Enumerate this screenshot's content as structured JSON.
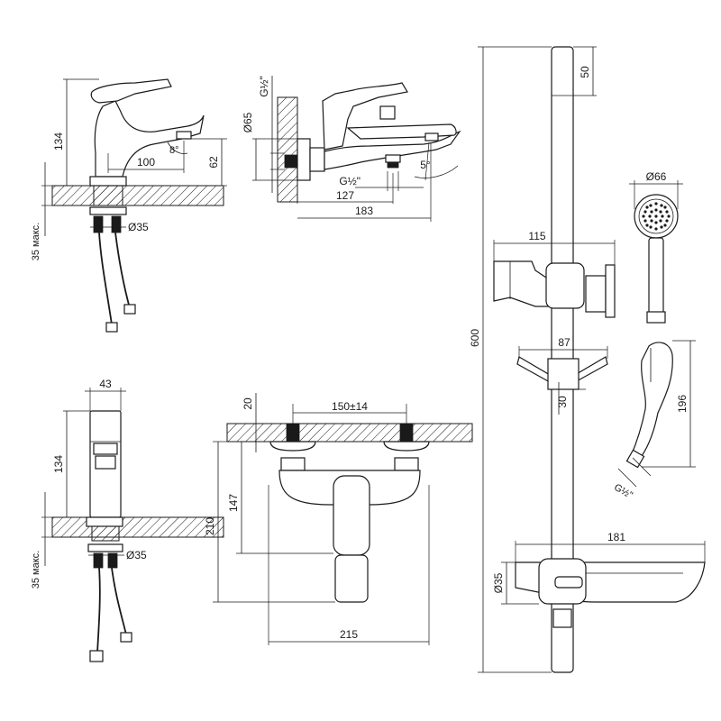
{
  "dimensions": {
    "faucet_side": {
      "height": "134",
      "spout_reach": "100",
      "spout_height": "62",
      "spout_angle": "8°",
      "max_counter": "35 макс.",
      "hole_dia": "Ø35"
    },
    "bath_mixer": {
      "cover_dia": "Ø65",
      "inlet_thread": "G½\"",
      "outlet_thread": "G½\"",
      "reach": "127",
      "length": "183",
      "spout_angle": "5°"
    },
    "faucet_front": {
      "width": "43",
      "height": "134",
      "max_counter": "35 макс.",
      "hole_dia": "Ø35"
    },
    "bath_front": {
      "wall_offset": "20",
      "center_distance": "150±14",
      "height_147": "147",
      "height_210": "210",
      "width": "215"
    },
    "shower_set": {
      "rail_length": "600",
      "top_cap": "50",
      "bracket_width": "115",
      "wall_holder_width": "87",
      "wall_holder_height": "30",
      "soap_dish_width": "181",
      "soap_dish_dia": "Ø35",
      "head_dia": "Ø66",
      "head_length": "196",
      "head_thread": "G½\""
    }
  }
}
